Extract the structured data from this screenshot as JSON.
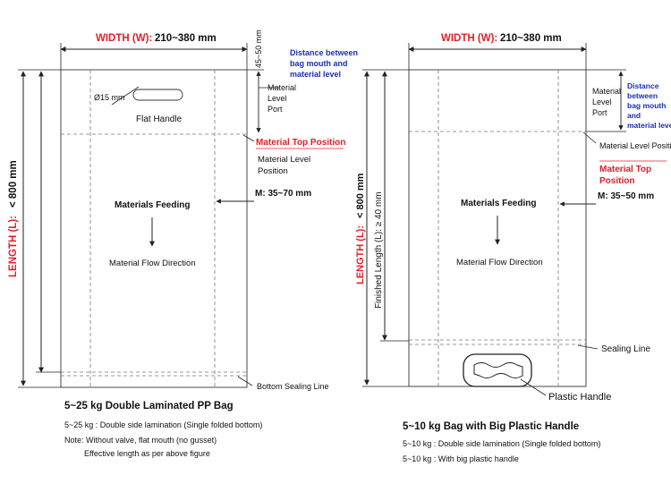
{
  "colors": {
    "ink": "#222222",
    "red": "#e0202a",
    "blue": "#1a2fb0"
  },
  "left": {
    "width_label": "WIDTH (W):",
    "width_value": "210~380 mm",
    "length_label": "LENGTH (L):",
    "length_value": "< 800 mm",
    "top_margin": "45~50 mm",
    "distance_note": [
      "Distance between",
      "bag mouth and",
      "material level"
    ],
    "level_port": [
      "Material",
      "Level",
      "Port"
    ],
    "hole_dia": "Ø15 mm",
    "flat_handle": "Flat Handle",
    "top_position": "Material Top Position",
    "level_position": [
      "Material Level",
      "Position"
    ],
    "m_label": "M: 35~70 mm",
    "feeding": "Materials Feeding",
    "flow": "Material Flow Direction",
    "bottom_seal": "Bottom Sealing Line",
    "caption_title": "5~25 kg Double Laminated PP Bag",
    "caption_lines": [
      "5~25 kg : Double side lamination (Single folded bottom)",
      "Note: Without valve, flat mouth (no gusset)",
      "Effective length as per above figure"
    ]
  },
  "right": {
    "width_label": "WIDTH (W):",
    "width_value": "210~380 mm",
    "length_label": "LENGTH (L):",
    "length_value": "< 800 mm",
    "finished_length": "Finished Length (L): ≥ 40 mm",
    "distance_note": [
      "Distance",
      "between",
      "bag mouth",
      "and",
      "material level"
    ],
    "level_port": [
      "Material",
      "Level",
      "Port"
    ],
    "level_position": "Material Level Position",
    "top_position": [
      "Material Top",
      "Position"
    ],
    "m_label": "M: 35~50 mm",
    "feeding": "Materials Feeding",
    "flow": "Material Flow Direction",
    "sealing_line": "Sealing Line",
    "plastic_handle": "Plastic Handle",
    "caption_title": "5~10 kg Bag with Big Plastic Handle",
    "caption_lines": [
      "5~10 kg : Double side lamination (Single folded bottom)",
      "5~10 kg : With big plastic handle"
    ]
  }
}
